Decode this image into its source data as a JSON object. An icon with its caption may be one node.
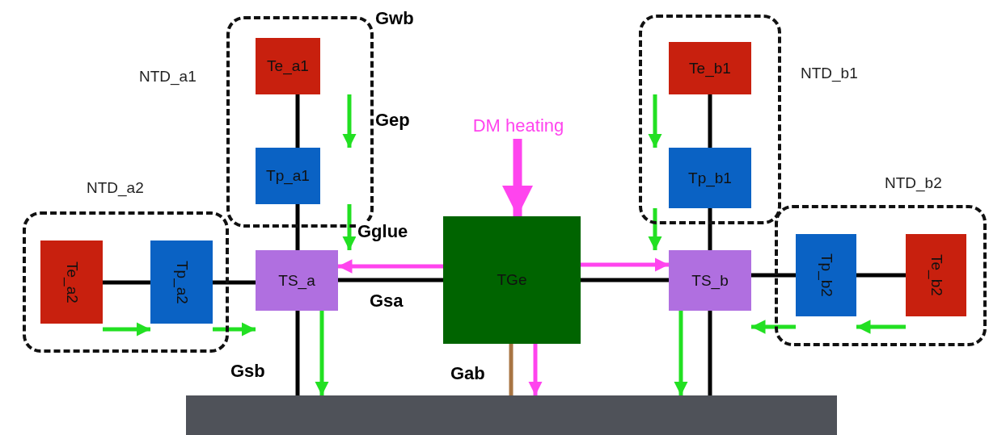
{
  "diagram": {
    "nodes": [
      {
        "text": [
          "NTD_a1"
        ]
      },
      {
        "text": [
          "Te_a1"
        ],
        "in": 0
      },
      {
        "text": [
          "Tp_a1"
        ],
        "in": 0
      },
      {
        "text": [
          "NTD_a2"
        ]
      },
      {
        "text": [
          "Te_a2"
        ],
        "in": 3
      },
      {
        "text": [
          "Tp_a2"
        ],
        "in": 3
      },
      {
        "text": [
          "TS_a"
        ]
      },
      {
        "text": [
          "TGe"
        ]
      },
      {
        "text": [
          "NTD_b1"
        ]
      },
      {
        "text": [
          "Te_b1"
        ],
        "in": 8
      },
      {
        "text": [
          "Tp_b1"
        ],
        "in": 8
      },
      {
        "text": [
          "NTD_b2"
        ]
      },
      {
        "text": [
          "Tp_b2"
        ],
        "in": 11
      },
      {
        "text": [
          "Te_b2"
        ],
        "in": 11
      },
      {
        "text": [
          "TS_b"
        ]
      },
      {
        "text": [
          "DM heating"
        ]
      },
      {
        "text": [],
        "shape": "bar"
      }
    ],
    "edges": [
      {
        "from": 1,
        "to": 2,
        "arrow": "none"
      },
      {
        "from": 2,
        "to": 6,
        "arrow": "none"
      },
      {
        "from": 4,
        "to": 5,
        "arrow": "none"
      },
      {
        "from": 5,
        "to": 6,
        "arrow": "none"
      },
      {
        "from": 6,
        "to": 7,
        "arrow": "none",
        "label": "Gsa"
      },
      {
        "from": 6,
        "to": 16,
        "arrow": "none",
        "label": "Gsb"
      },
      {
        "from": 7,
        "to": 16,
        "arrow": "none",
        "label": "Gab",
        "color": "#a87543"
      },
      {
        "from": 7,
        "to": 14,
        "arrow": "none"
      },
      {
        "from": 9,
        "to": 10,
        "arrow": "none"
      },
      {
        "from": 10,
        "to": 14,
        "arrow": "none"
      },
      {
        "from": 14,
        "to": 12,
        "arrow": "none"
      },
      {
        "from": 12,
        "to": 13,
        "arrow": "none"
      },
      {
        "from": 14,
        "to": 16,
        "arrow": "none"
      },
      {
        "from": 15,
        "to": 7,
        "arrow": "to",
        "color": "#ff44ee",
        "style": "thick"
      },
      {
        "from": 7,
        "to": 6,
        "arrow": "to",
        "color": "#ff44ee"
      },
      {
        "from": 7,
        "to": 14,
        "arrow": "to",
        "color": "#ff44ee"
      },
      {
        "from": 7,
        "to": 16,
        "arrow": "to",
        "color": "#ff44ee"
      },
      {
        "from": 1,
        "to": 2,
        "arrow": "to",
        "color": "#22e022",
        "label": "Gep"
      },
      {
        "from": 2,
        "to": 6,
        "arrow": "to",
        "color": "#22e022",
        "label": "Gglue"
      },
      {
        "from": 4,
        "to": 5,
        "arrow": "to",
        "color": "#22e022"
      },
      {
        "from": 5,
        "to": 6,
        "arrow": "to",
        "color": "#22e022"
      },
      {
        "from": 6,
        "to": 16,
        "arrow": "to",
        "color": "#22e022"
      },
      {
        "from": 9,
        "to": 10,
        "arrow": "to",
        "color": "#22e022"
      },
      {
        "from": 10,
        "to": 14,
        "arrow": "to",
        "color": "#22e022"
      },
      {
        "from": 13,
        "to": 12,
        "arrow": "to",
        "color": "#22e022"
      },
      {
        "from": 12,
        "to": 14,
        "arrow": "to",
        "color": "#22e022"
      },
      {
        "from": 14,
        "to": 16,
        "arrow": "to",
        "color": "#22e022"
      }
    ],
    "labels": [
      "Gwb"
    ]
  }
}
